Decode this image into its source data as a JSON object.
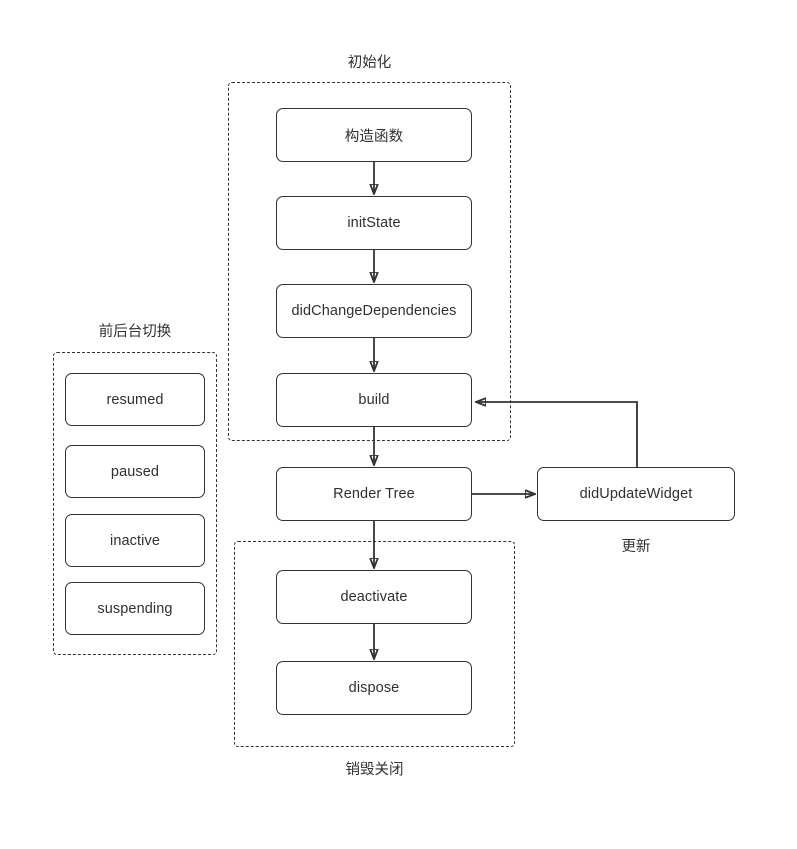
{
  "diagram": {
    "title_sections": {
      "init": "初始化",
      "destroy": "销毁关闭",
      "lifecycle": "前后台切换",
      "update": "更新"
    },
    "nodes": {
      "constructor": "构造函数",
      "init_state": "initState",
      "did_change_dependencies": "didChangeDependencies",
      "build": "build",
      "render_tree": "Render Tree",
      "did_update_widget": "didUpdateWidget",
      "deactivate": "deactivate",
      "dispose": "dispose",
      "resumed": "resumed",
      "paused": "paused",
      "inactive": "inactive",
      "suspending": "suspending"
    },
    "colors": {
      "stroke": "#333333",
      "text": "#303030",
      "background": "#ffffff"
    }
  }
}
